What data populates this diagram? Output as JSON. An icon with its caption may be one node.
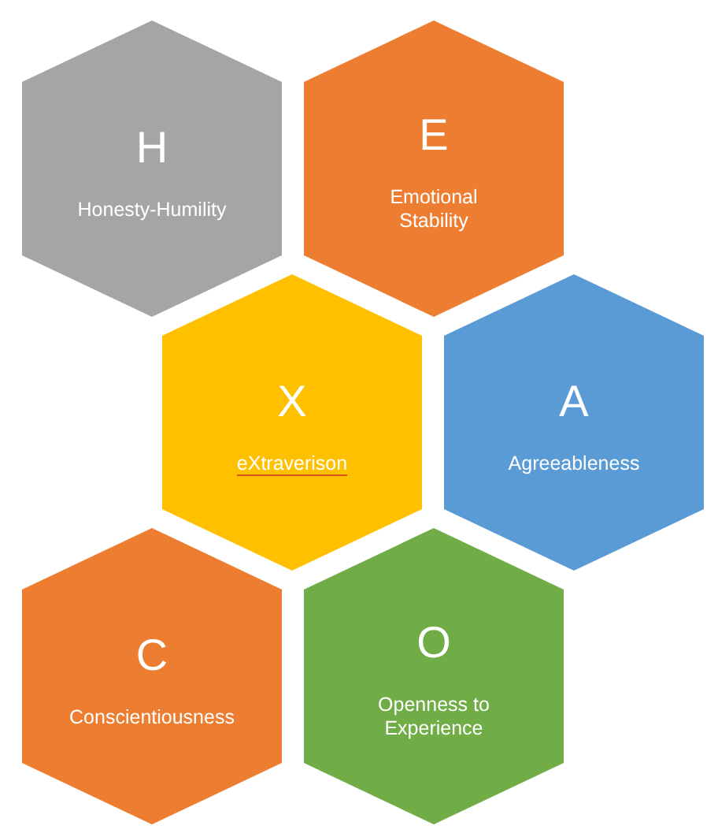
{
  "diagram": {
    "nodes": [
      {
        "text": [
          "H",
          "Honesty-Humility"
        ]
      },
      {
        "text": [
          "E",
          "Emotional Stability"
        ]
      },
      {
        "text": [
          "X",
          "eXtraverison"
        ]
      },
      {
        "text": [
          "A",
          "Agreeableness"
        ]
      },
      {
        "text": [
          "C",
          "Conscientiousness"
        ]
      },
      {
        "text": [
          "O",
          "Openness to Experience"
        ]
      }
    ]
  }
}
